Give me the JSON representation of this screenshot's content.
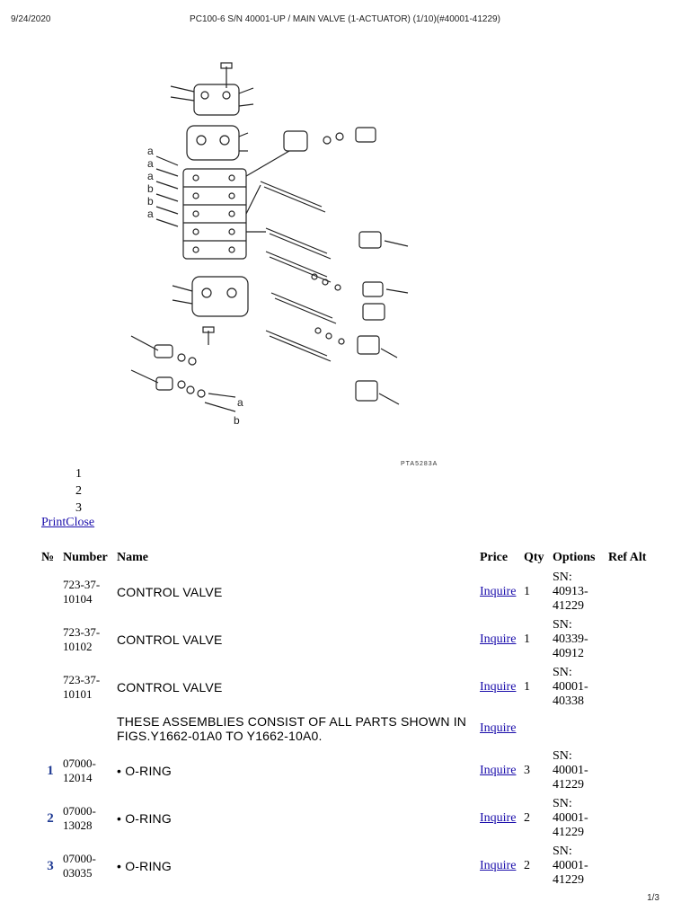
{
  "header": {
    "date": "9/24/2020",
    "title": "PC100-6 S/N 40001-UP / MAIN VALVE (1-ACTUATOR) (1/10)(#40001-41229)"
  },
  "diagram": {
    "code": "PTA5283A",
    "labels": [
      "a",
      "a",
      "a",
      "b",
      "b",
      "a",
      "a",
      "b"
    ]
  },
  "callouts": [
    "1",
    "2",
    "3"
  ],
  "actions": {
    "print": "Print",
    "close": "Close"
  },
  "table": {
    "headers": {
      "no": "№",
      "number": "Number",
      "name": "Name",
      "price": "Price",
      "qty": "Qty",
      "options": "Options",
      "ref": "Ref",
      "alt": "Alt"
    },
    "rows": [
      {
        "no": "",
        "number": "723-37-10104",
        "name": "CONTROL VALVE",
        "price": "Inquire",
        "qty": "1",
        "options": "SN: 40913-41229"
      },
      {
        "no": "",
        "number": "723-37-10102",
        "name": "CONTROL VALVE",
        "price": "Inquire",
        "qty": "1",
        "options": "SN: 40339-40912"
      },
      {
        "no": "",
        "number": "723-37-10101",
        "name": "CONTROL VALVE",
        "price": "Inquire",
        "qty": "1",
        "options": "SN: 40001-40338"
      },
      {
        "no": "",
        "number": "",
        "name": "THESE ASSEMBLIES CONSIST OF ALL PARTS SHOWN IN FIGS.Y1662-01A0 TO Y1662-10A0.",
        "price": "Inquire",
        "qty": "",
        "options": ""
      },
      {
        "no": "1",
        "number": "07000-12014",
        "name": "• O-RING",
        "price": "Inquire",
        "qty": "3",
        "options": "SN: 40001-41229"
      },
      {
        "no": "2",
        "number": "07000-13028",
        "name": "• O-RING",
        "price": "Inquire",
        "qty": "2",
        "options": "SN: 40001-41229"
      },
      {
        "no": "3",
        "number": "07000-03035",
        "name": "• O-RING",
        "price": "Inquire",
        "qty": "2",
        "options": "SN: 40001-41229"
      }
    ]
  },
  "footer": {
    "page": "1/3"
  }
}
